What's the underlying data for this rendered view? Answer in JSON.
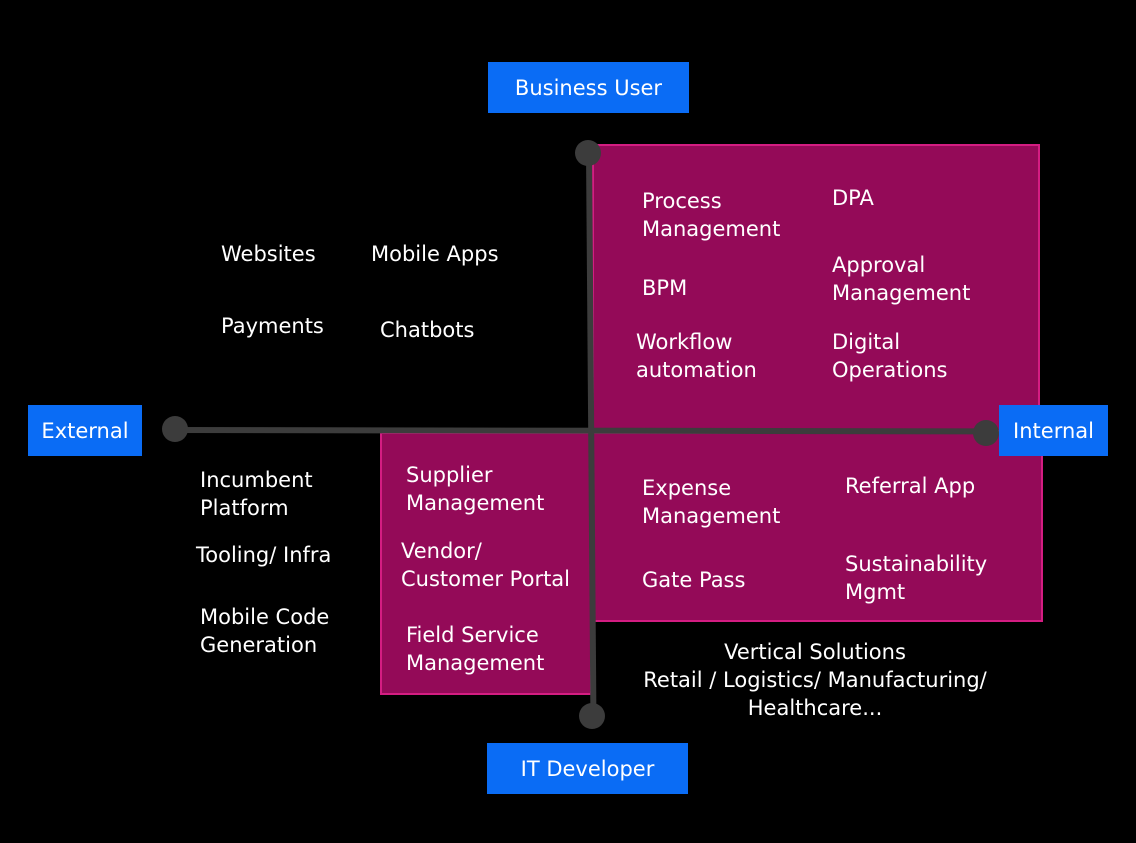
{
  "axes": {
    "top": "Business User",
    "bottom": "IT Developer",
    "left": "External",
    "right": "Internal"
  },
  "quadrants": {
    "top_left": {
      "items": [
        "Websites",
        "Mobile Apps",
        "Payments",
        "Chatbots"
      ]
    },
    "top_right": {
      "items": [
        "Process\nManagement",
        "DPA",
        "BPM",
        "Approval\nManagement",
        "Workflow\nautomation",
        "Digital\nOperations"
      ]
    },
    "bottom_left": {
      "items": [
        "Incumbent\nPlatform",
        "Tooling/ Infra",
        "Mobile Code\nGeneration"
      ]
    },
    "bottom_middle": {
      "items": [
        "Supplier\nManagement",
        "Vendor/\nCustomer Portal",
        "Field Service\nManagement"
      ]
    },
    "bottom_right": {
      "items": [
        "Expense\nManagement",
        "Referral App",
        "Gate Pass",
        "Sustainability\nMgmt"
      ]
    },
    "footer_note": "Vertical Solutions\nRetail / Logistics/ Manufacturing/\nHealthcare..."
  },
  "colors": {
    "axis_label_bg": "#0a6cf5",
    "region_fill": "#940a58",
    "region_border": "#d41d82",
    "axis_line": "#3c3c3c",
    "background": "#000000",
    "text": "#ffffff"
  }
}
